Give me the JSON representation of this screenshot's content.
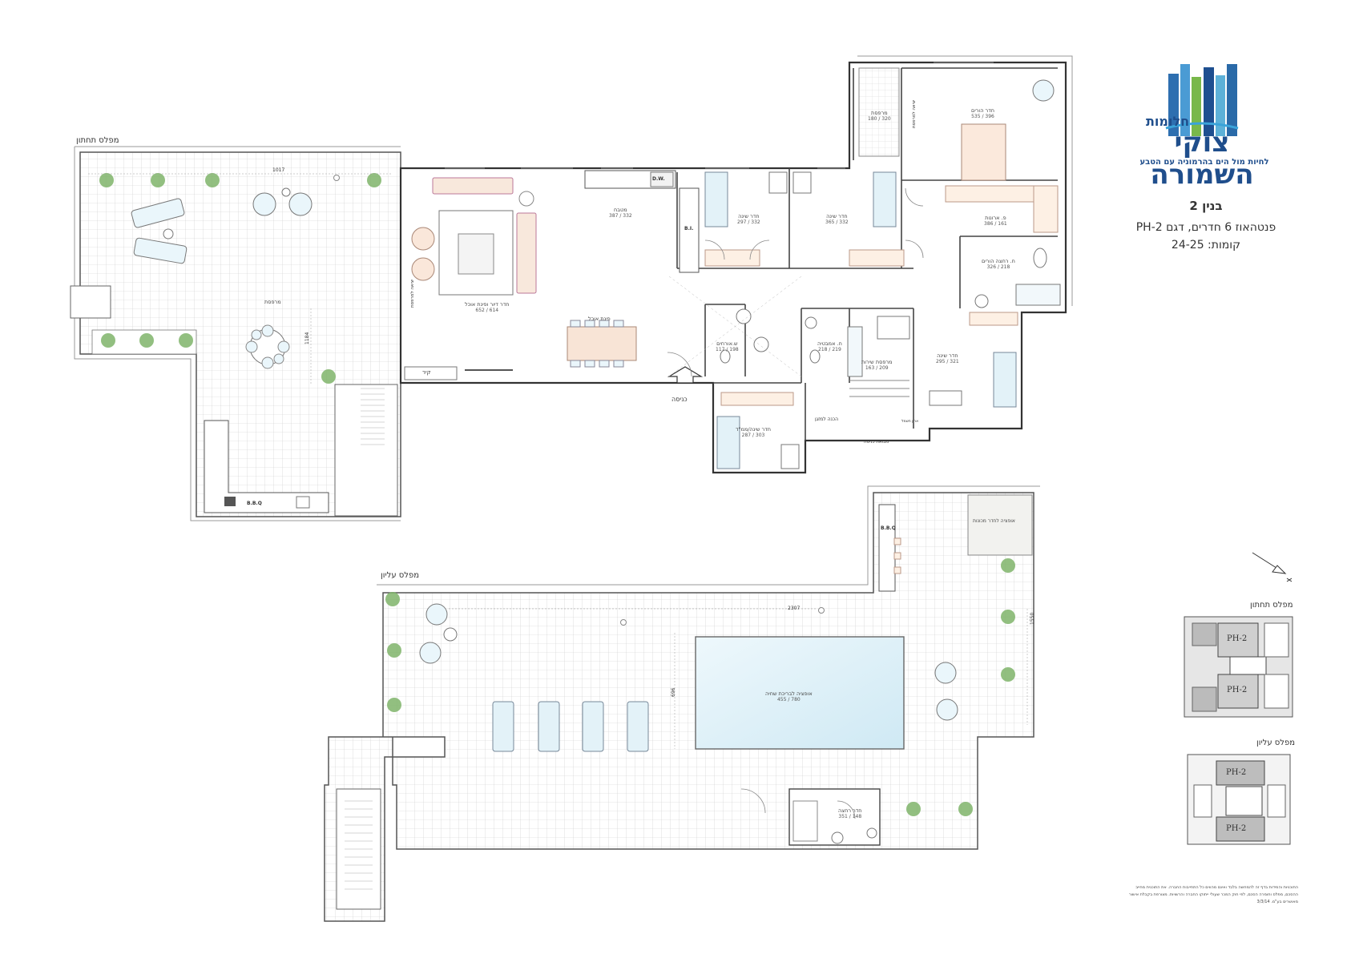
{
  "brand": {
    "name_small": "חלומות",
    "name_main": "צוקי השמורה",
    "slogan": "לחיות מול הים בהרמוניה עם הטבע"
  },
  "info": {
    "building": "בנין 2",
    "apartment": "פנטהאוז 6 חדרים, דגם PH-2",
    "floors": "קומות: 24-25"
  },
  "levels": {
    "lower": "מפלס תחתון",
    "upper": "מפלס עליון"
  },
  "rooms": {
    "terrace_main": "מרפסת",
    "living": {
      "name": "חדר דיור ופינת אוכל",
      "dim": "652 / 614"
    },
    "dining": "פינת אוכל",
    "kitchen": {
      "name": "מטבח",
      "dim": "387 / 332"
    },
    "bed1": {
      "name": "חדר שינה",
      "dim": "297 / 332"
    },
    "bed2": {
      "name": "חדר שינה",
      "dim": "365 / 332"
    },
    "master": {
      "name": "חדר הורים",
      "dim": "535 / 396"
    },
    "dressing": {
      "name": "פ. ארונות",
      "dim": "386 / 161"
    },
    "parents_bath": {
      "name": "ח. רחצה הורים",
      "dim": "326 / 218"
    },
    "balcony_small": {
      "name": "מרפסת",
      "dim": "180 / 320"
    },
    "guest_wc": {
      "name": "ש.אורחים",
      "dim": "117 / 198"
    },
    "family_bath": {
      "name": "ח. אמבטיה",
      "dim": "218 / 219"
    },
    "service_balcony": {
      "name": "מרפסת שירות",
      "dim": "163 / 209"
    },
    "bed3": {
      "name": "חדר שינה",
      "dim": "295 / 321"
    },
    "safe_room": {
      "name": "חדר שינה/ממ\"ד",
      "dim": "287 / 303"
    },
    "pool": {
      "name": "אופציה לבריכת שחיה",
      "dim": "455 / 780"
    },
    "upper_bath": {
      "name": "חדר רחצה",
      "dim": "351 / 148"
    },
    "machine_room": "אופציה לחדר מכונות"
  },
  "annotations": {
    "entrance": "כניסה",
    "wall": "קיר",
    "bbq1": "B.B.Q",
    "bbq2": "B.B.Q",
    "dw": "D.W.",
    "bi": "B.I.",
    "exit_terrace": "יציאה למרפסת",
    "exit_balcony": "יציאה למרפסת",
    "preparation": "הכנה למזגן",
    "entry_lobby": "מבואת כניסה",
    "shelves": "ארון חשמל",
    "dim_1017": "1017",
    "dim_1184": "1184",
    "dim_2307": "2307",
    "dim_1550": "1550",
    "dim_696": "696"
  },
  "key_plan": {
    "unit1": "PH-2",
    "unit2": "PH-2",
    "unit3": "PH-2",
    "unit4": "PH-2"
  },
  "disclaimer": "התוכניות והמידות בדף זה להמחשה בלבד ואינם מהווים כל התחייבות החברה. את התוכנית מחייב ההסכם, מפלס וחומרה הסכם, לפי חוק המכר שעולי ייתוקו החברה והרשויות. מצורפת בקבלת אישור מאושרים בע\"מ. 3/3/14"
}
